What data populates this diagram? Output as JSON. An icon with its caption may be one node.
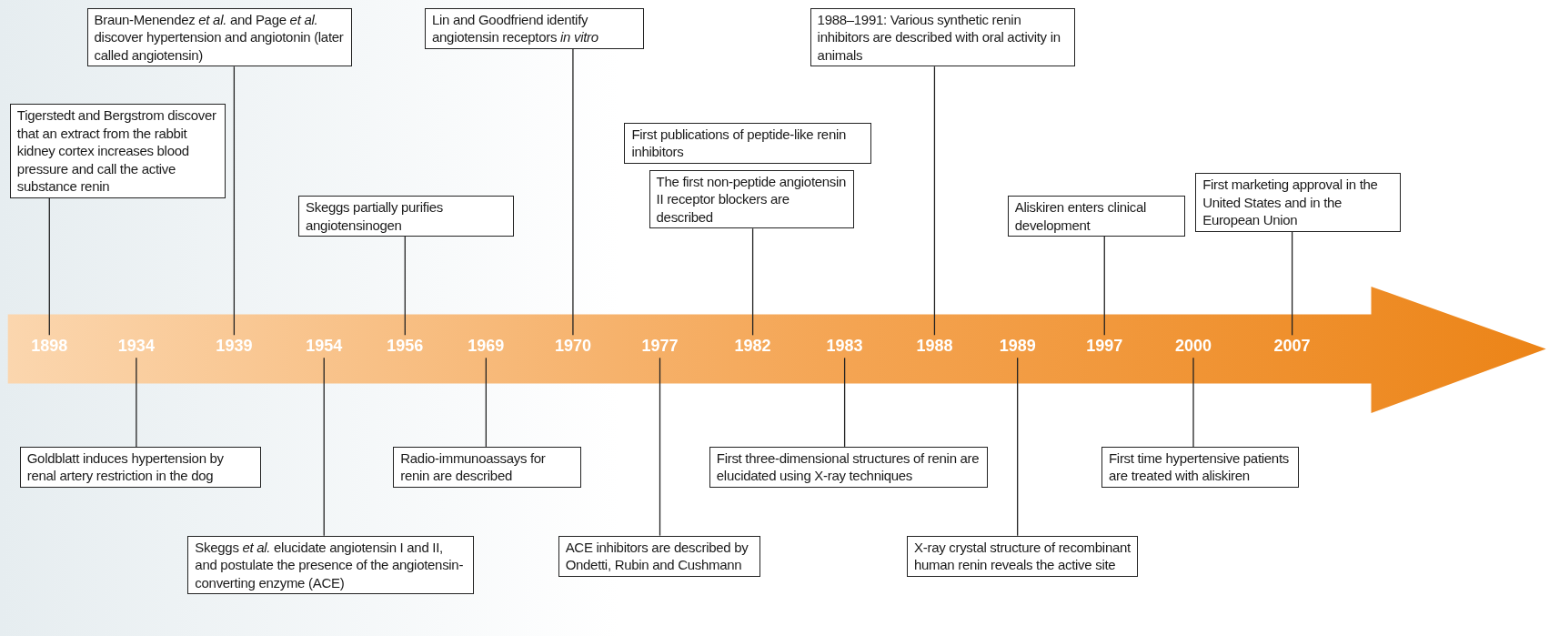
{
  "diagram": {
    "nodes": [
      {
        "text": [
          "Tigerstedt and Bergstrom discover that an extract from the rabbit kidney cortex increases blood pressure and call the active substance renin"
        ]
      },
      {
        "text": [
          "Braun-Menendez *et al.* and Page *et al.* discover hypertension and angiotonin (later called angiotensin)"
        ]
      },
      {
        "text": [
          "Skeggs partially purifies angiotensinogen"
        ]
      },
      {
        "text": [
          "Lin and Goodfriend identify angiotensin receptors *in vitro*"
        ]
      },
      {
        "text": [
          "First publications of peptide-like renin inhibitors"
        ]
      },
      {
        "text": [
          "The first non-peptide angiotensin II receptor blockers are described"
        ]
      },
      {
        "text": [
          "1988–1991: Various synthetic renin inhibitors are described with oral activity in animals"
        ]
      },
      {
        "text": [
          "Aliskiren enters clinical development"
        ]
      },
      {
        "text": [
          "First marketing approval in the United States and in the European Union"
        ]
      },
      {
        "text": [
          "1898"
        ]
      },
      {
        "text": [
          "1934"
        ]
      },
      {
        "text": [
          "1939"
        ]
      },
      {
        "text": [
          "1954"
        ]
      },
      {
        "text": [
          "1956"
        ]
      },
      {
        "text": [
          "1969"
        ]
      },
      {
        "text": [
          "1970"
        ]
      },
      {
        "text": [
          "1977"
        ]
      },
      {
        "text": [
          "1982"
        ]
      },
      {
        "text": [
          "1983"
        ]
      },
      {
        "text": [
          "1988"
        ]
      },
      {
        "text": [
          "1989"
        ]
      },
      {
        "text": [
          "1997"
        ]
      },
      {
        "text": [
          "2000"
        ]
      },
      {
        "text": [
          "2007"
        ]
      },
      {
        "text": [
          "Goldblatt induces hypertension by renal artery restriction in the dog"
        ]
      },
      {
        "text": [
          "Skeggs *et al.* elucidate angiotensin I and II, and postulate the presence of the angiotensin-converting enzyme (ACE)"
        ]
      },
      {
        "text": [
          "Radio-immunoassays for renin are described"
        ]
      },
      {
        "text": [
          "ACE inhibitors are described by Ondetti, Rubin and Cushmann"
        ]
      },
      {
        "text": [
          "First three-dimensional structures of renin are elucidated using X-ray techniques"
        ]
      },
      {
        "text": [
          "X-ray crystal structure of recombinant human renin reveals the active site"
        ]
      },
      {
        "text": [
          "First time hypertensive patients are treated with aliskiren"
        ]
      }
    ],
    "edges": [
      {
        "from": 0,
        "to": 9,
        "arrow": "none"
      },
      {
        "from": 1,
        "to": 11,
        "arrow": "none"
      },
      {
        "from": 2,
        "to": 13,
        "arrow": "none"
      },
      {
        "from": 3,
        "to": 15,
        "arrow": "none"
      },
      {
        "from": 5,
        "to": 17,
        "arrow": "none"
      },
      {
        "from": 6,
        "to": 19,
        "arrow": "none"
      },
      {
        "from": 7,
        "to": 21,
        "arrow": "none"
      },
      {
        "from": 8,
        "to": 23,
        "arrow": "none"
      },
      {
        "from": 24,
        "to": 10,
        "arrow": "none"
      },
      {
        "from": 25,
        "to": 12,
        "arrow": "none"
      },
      {
        "from": 26,
        "to": 14,
        "arrow": "none"
      },
      {
        "from": 27,
        "to": 16,
        "arrow": "none"
      },
      {
        "from": 28,
        "to": 18,
        "arrow": "none"
      },
      {
        "from": 29,
        "to": 20,
        "arrow": "none"
      },
      {
        "from": 30,
        "to": 22,
        "arrow": "none"
      }
    ]
  }
}
